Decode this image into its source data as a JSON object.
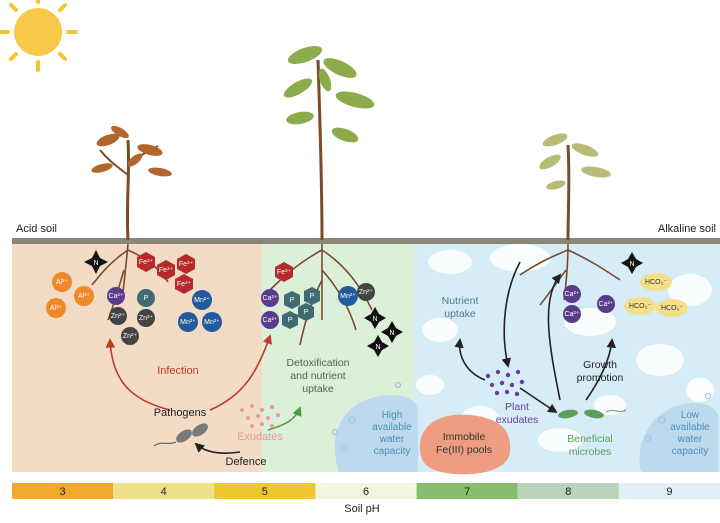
{
  "labels": {
    "acid_soil": "Acid soil",
    "alkaline_soil": "Alkaline soil",
    "infection": "Infection",
    "pathogens": "Pathogens",
    "exudates": "Exudates",
    "defence": "Defence",
    "detox_line1": "Detoxification",
    "detox_line2": "and nutrient",
    "detox_line3": "uptake",
    "high_water_line1": "High",
    "high_water_line2": "available",
    "high_water_line3": "water",
    "high_water_line4": "capacity",
    "nutrient_uptake_line1": "Nutrient",
    "nutrient_uptake_line2": "uptake",
    "plant_exudates_line1": "Plant",
    "plant_exudates_line2": "exudates",
    "growth_line1": "Growth",
    "growth_line2": "promotion",
    "immobile_line1": "Immobile",
    "immobile_line2": "Fe(III) pools",
    "beneficial_line1": "Beneficial",
    "beneficial_line2": "microbes",
    "low_water_line1": "Low",
    "low_water_line2": "available",
    "low_water_line3": "water",
    "low_water_line4": "capacity",
    "soil_ph": "Soil pH"
  },
  "ions": {
    "al": "Al³⁺",
    "ca": "Ca²⁺",
    "zn": "Zn²⁺",
    "fe": "Fe³⁺",
    "mn": "Mn²⁺",
    "p": "P",
    "n": "N",
    "hco3": "HCO₃⁻"
  },
  "ph_scale": [
    {
      "label": "3",
      "color": "#f0a92a"
    },
    {
      "label": "4",
      "color": "#efe08a"
    },
    {
      "label": "5",
      "color": "#ecc82e"
    },
    {
      "label": "6",
      "color": "#f1f7dc"
    },
    {
      "label": "7",
      "color": "#86bd6e"
    },
    {
      "label": "8",
      "color": "#b9d3bb"
    },
    {
      "label": "9",
      "color": "#e3eff6"
    }
  ],
  "colors": {
    "acid_zone": "#f2dcc6",
    "neutral_zone": "#dcefd8",
    "alkaline_zone": "#d6ecf6",
    "infection_text": "#c0392b",
    "exudate_text": "#e89a97",
    "microbe_text": "#5f9e5a",
    "water_text": "#4a90b8"
  }
}
